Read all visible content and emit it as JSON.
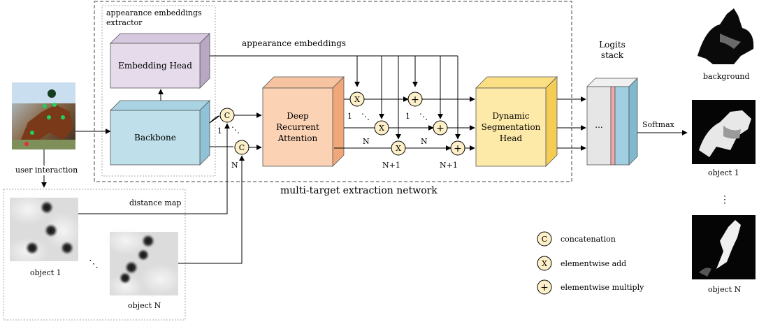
{
  "labels": {
    "appearance_extractor": [
      "appearance embeddings",
      "extractor"
    ],
    "appearance_embeddings": "appearance embeddings",
    "embedding_head": "Embedding Head",
    "backbone": "Backbone",
    "deep_recurrent_attention": [
      "Deep",
      "Recurrent",
      "Attention"
    ],
    "dynamic_seg_head": [
      "Dynamic",
      "Segmentation",
      "Head"
    ],
    "logits_stack": [
      "Logits",
      "stack"
    ],
    "ellipsis_logits": "...",
    "softmax": "Softmax",
    "user_interaction": "user interaction",
    "distance_map": "distance map",
    "multi_target": "multi-target extraction network",
    "object1_left": "object 1",
    "objectN_left": "object N",
    "background": "background",
    "object1_right": "object 1",
    "objectN_right": "object N",
    "idx_1": "1",
    "idx_N": "N",
    "idx_N1": "N+1"
  },
  "ops": {
    "concat": "C",
    "mul": "X",
    "add": "+"
  },
  "legend": [
    {
      "symbol": "C",
      "text": "concatenation"
    },
    {
      "symbol": "X",
      "text": "elementwise add"
    },
    {
      "symbol": "+",
      "text": "elementwise multiply"
    }
  ],
  "colors": {
    "embedding_head": "#e5dbea",
    "backbone": "#bfe0ea",
    "attention": "#fbd2b4",
    "seg_head": "#fde9a8",
    "op_circle": "#fdf0c8",
    "logits_gray": "#e6e6e6",
    "logits_red": "#f4a7a7",
    "logits_blue": "#9fcfe0"
  }
}
